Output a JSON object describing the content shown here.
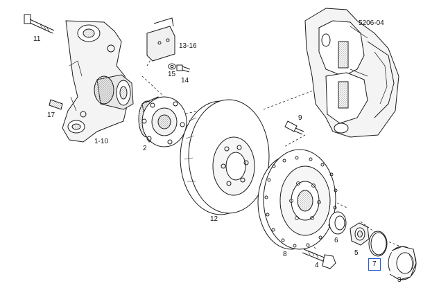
{
  "diagram": {
    "ref_code": "5206-04",
    "labels": {
      "p11": "11",
      "p13_16": "13-16",
      "p15": "15",
      "p14": "14",
      "p17": "17",
      "p1_10": "1-10",
      "p2": "2",
      "p9": "9",
      "p12": "12",
      "p8": "8",
      "p6": "6",
      "p5": "5",
      "p4": "4",
      "p7": "7",
      "p3": "3"
    },
    "selected_part": "7",
    "colors": {
      "line": "#1a1a1a",
      "shade": "#cfcfcf",
      "selection": "#2b5ad6"
    }
  }
}
